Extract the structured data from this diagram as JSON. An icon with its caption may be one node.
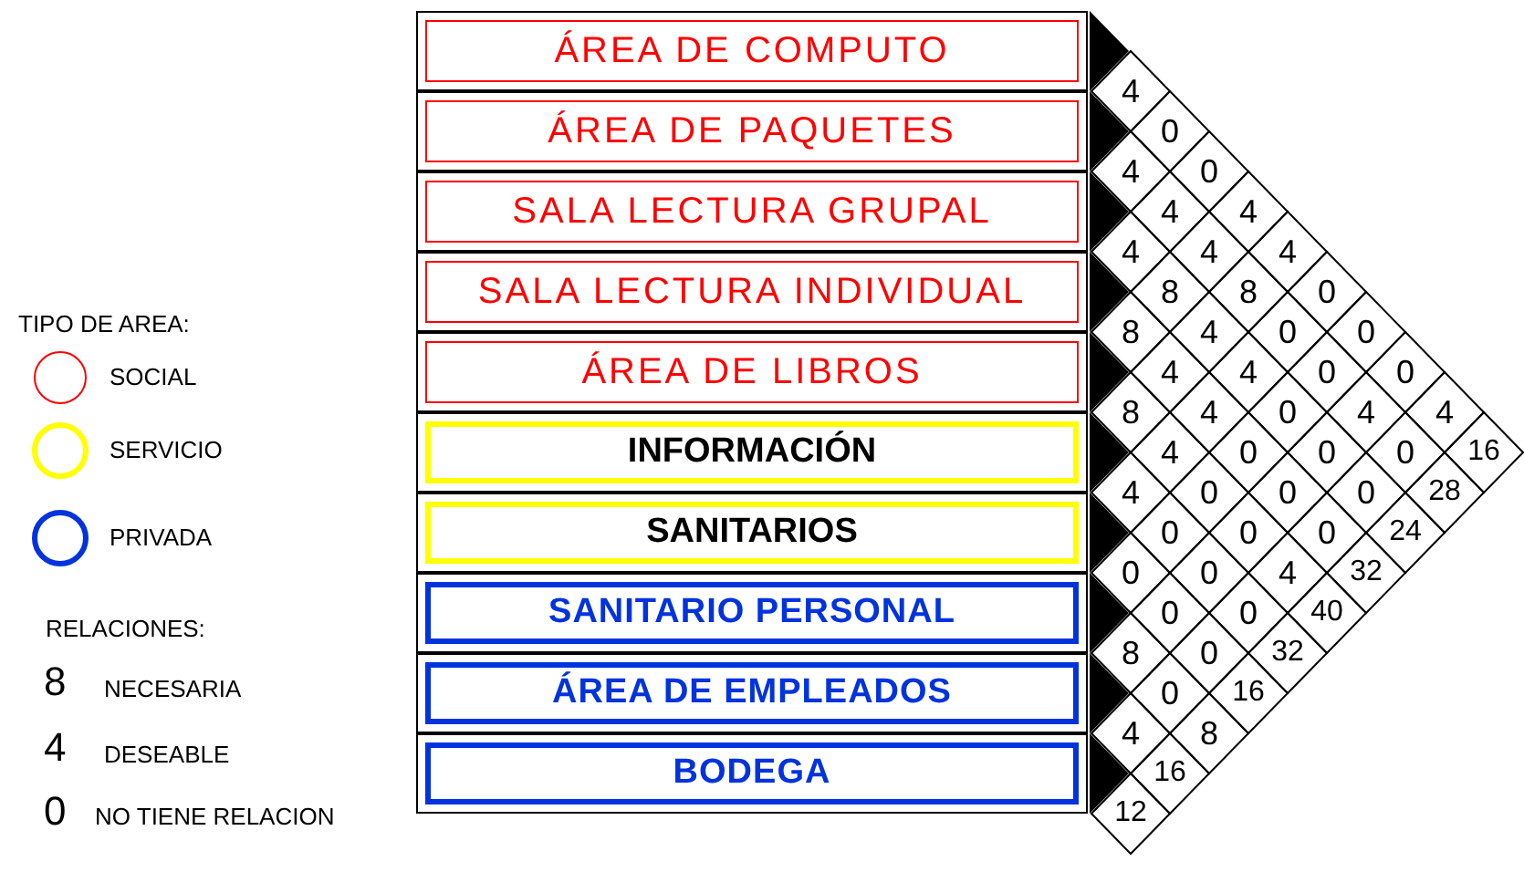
{
  "diagram": {
    "nodes": [
      {
        "text": [
          "ÁREA DE COMPUTO"
        ]
      },
      {
        "text": [
          "ÁREA DE PAQUETES"
        ]
      },
      {
        "text": [
          "SALA LECTURA GRUPAL"
        ]
      },
      {
        "text": [
          "SALA LECTURA INDIVIDUAL"
        ]
      },
      {
        "text": [
          "ÁREA DE LIBROS"
        ]
      },
      {
        "text": [
          "INFORMACIÓN"
        ]
      },
      {
        "text": [
          "SANITARIOS"
        ]
      },
      {
        "text": [
          "SANITARIO PERSONAL"
        ]
      },
      {
        "text": [
          "ÁREA DE EMPLEADOS"
        ]
      },
      {
        "text": [
          "BODEGA"
        ]
      }
    ],
    "labels": [
      "TIPO DE AREA:",
      "RELACIONES:",
      "8",
      "NECESARIA",
      "4",
      "DESEABLE",
      "0",
      "NO TIENE RELACION",
      "4",
      "0",
      "4",
      "0",
      "4",
      "4",
      "4",
      "4",
      "4",
      "8",
      "8",
      "0",
      "8",
      "4",
      "0",
      "0",
      "4",
      "4",
      "0",
      "0",
      "8",
      "4",
      "0",
      "4",
      "4",
      "4",
      "0",
      "0",
      "0",
      "16",
      "4",
      "0",
      "0",
      "0",
      "28",
      "0",
      "0",
      "0",
      "24",
      "0",
      "0",
      "4",
      "32",
      "0",
      "0",
      "40",
      "8",
      "0",
      "32",
      "0",
      "16",
      "4",
      "8",
      "16",
      "12"
    ],
    "legend": [
      {
        "text": "SOCIAL",
        "color": "#ff0000"
      },
      {
        "text": "SERVICIO",
        "color": "#ffff00"
      },
      {
        "text": "PRIVADA",
        "color": "#0033dd"
      }
    ]
  }
}
